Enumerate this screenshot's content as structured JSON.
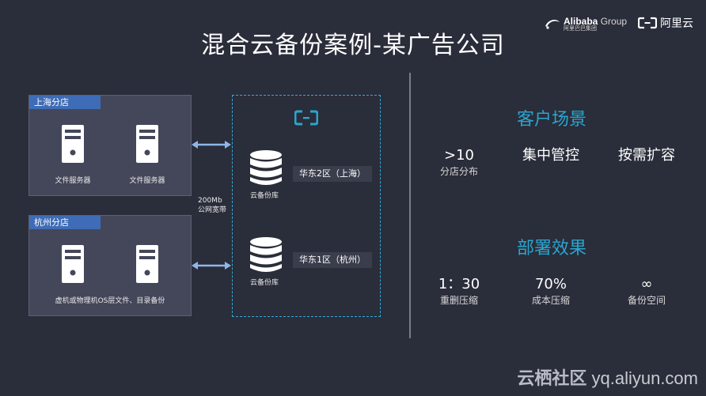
{
  "title": "混合云备份案例-某广告公司",
  "logos": {
    "alibaba_main": "Alibaba",
    "alibaba_group": "Group",
    "alibaba_sub": "阿里巴巴集团",
    "aliyun": "阿里云"
  },
  "branches": [
    {
      "label": "上海分店",
      "servers": [
        "文件服务器",
        "文件服务器"
      ],
      "caption": ""
    },
    {
      "label": "杭州分店",
      "servers": [
        "",
        ""
      ],
      "caption": "虚机或物理机OS层文件、目录备份"
    }
  ],
  "bandwidth": {
    "line1": "200Mb",
    "line2": "公网宽带"
  },
  "cloud": {
    "storages": [
      {
        "label": "云备份库",
        "region": "华东2区（上海）"
      },
      {
        "label": "云备份库",
        "region": "华东1区（杭州）"
      }
    ]
  },
  "customer": {
    "title": "客户场景",
    "metrics": [
      {
        "value": ">10",
        "sub": "分店分布"
      },
      {
        "value": "集中管控",
        "sub": ""
      },
      {
        "value": "按需扩容",
        "sub": ""
      }
    ]
  },
  "effect": {
    "title": "部署效果",
    "metrics": [
      {
        "value": "1：30",
        "sub": "重删压缩"
      },
      {
        "value": "70%",
        "sub": "成本压缩"
      },
      {
        "value": "∞",
        "sub": "备份空间"
      }
    ]
  },
  "watermark": {
    "brand": "云栖社区",
    "domain": "yq.aliyun.com"
  },
  "colors": {
    "background": "#2a2d3a",
    "accent": "#2aa5cf",
    "label_blue": "#3f6cb6",
    "panel": "#44475a"
  }
}
